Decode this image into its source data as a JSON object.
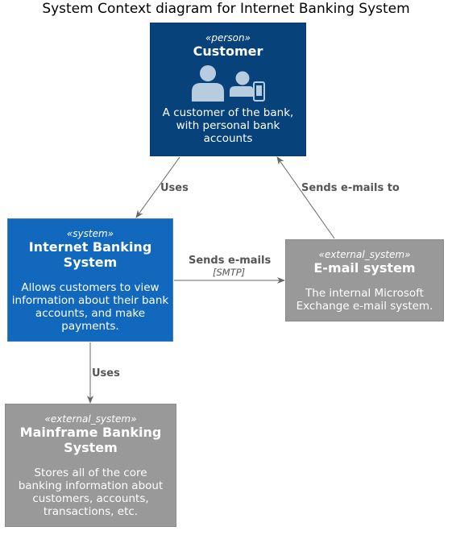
{
  "title": "System Context diagram for Internet Banking System",
  "colors": {
    "person": "#08427b",
    "system": "#1168bd",
    "external_system": "#999999",
    "edge": "#666666",
    "icon": "#b8cce0"
  },
  "nodes": {
    "customer": {
      "stereotype": "«person»",
      "name": "Customer",
      "description": "A customer of the bank, with personal bank accounts",
      "icons": [
        "user-icon",
        "mobile-user-icon"
      ]
    },
    "internet_banking": {
      "stereotype": "«system»",
      "name": "Internet Banking System",
      "description": "Allows customers to view information about their bank accounts, and make payments."
    },
    "email": {
      "stereotype": "«external_system»",
      "name": "E-mail system",
      "description": "The internal Microsoft Exchange e-mail system."
    },
    "mainframe": {
      "stereotype": "«external_system»",
      "name": "Mainframe Banking System",
      "description": "Stores all of the core banking information about customers, accounts, transactions, etc."
    }
  },
  "edges": [
    {
      "from": "customer",
      "to": "internet_banking",
      "label": "Uses"
    },
    {
      "from": "email",
      "to": "customer",
      "label": "Sends e-mails to"
    },
    {
      "from": "internet_banking",
      "to": "email",
      "label": "Sends e-mails",
      "technology": "[SMTP]"
    },
    {
      "from": "internet_banking",
      "to": "mainframe",
      "label": "Uses"
    }
  ]
}
